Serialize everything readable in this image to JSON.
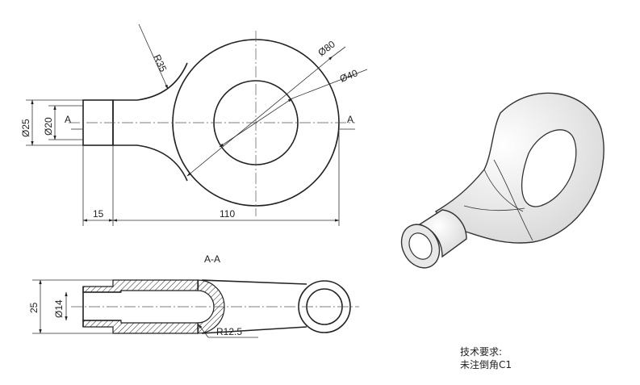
{
  "dimensions": {
    "r35": "R35",
    "d80": "Ø80",
    "d40": "Ø40",
    "d25": "Ø25",
    "d20": "Ø20",
    "len15": "15",
    "len110": "110",
    "section_height": "25",
    "d14": "Ø14",
    "r12_5": "R12.5"
  },
  "section_marks": {
    "left": "A",
    "right": "A",
    "section_title": "A-A"
  },
  "technical_notes": {
    "heading": "技术要求:",
    "line1": "未注倒角C1"
  }
}
